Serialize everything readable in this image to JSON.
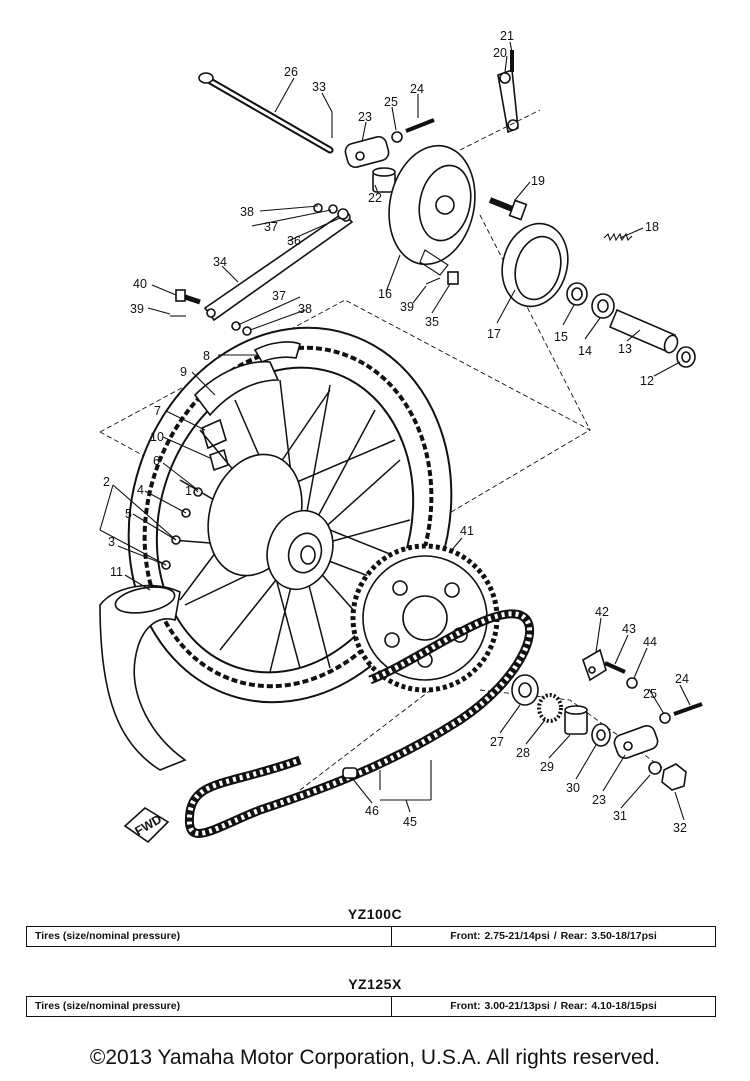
{
  "diagram": {
    "callouts": [
      "1",
      "2",
      "3",
      "4",
      "5",
      "6",
      "7",
      "8",
      "9",
      "10",
      "11",
      "12",
      "13",
      "14",
      "15",
      "16",
      "17",
      "18",
      "19",
      "20",
      "21",
      "22",
      "23",
      "24",
      "25",
      "26",
      "27",
      "28",
      "29",
      "30",
      "31",
      "32",
      "33",
      "34",
      "35",
      "36",
      "37",
      "38",
      "39",
      "40",
      "41",
      "42",
      "43",
      "44",
      "45",
      "46"
    ],
    "fwd_label": "FWD"
  },
  "specs": [
    {
      "model": "YZ100C",
      "label": "Tires (size/nominal pressure)",
      "value": "Front:  2.75-21/14psi   /   Rear:  3.50-18/17psi"
    },
    {
      "model": "YZ125X",
      "label": "Tires (size/nominal pressure)",
      "value": "Front:  3.00-21/13psi   /   Rear:  4.10-18/15psi"
    }
  ],
  "footer": {
    "copyright": "©2013 Yamaha Motor Corporation, U.S.A. All rights reserved."
  }
}
